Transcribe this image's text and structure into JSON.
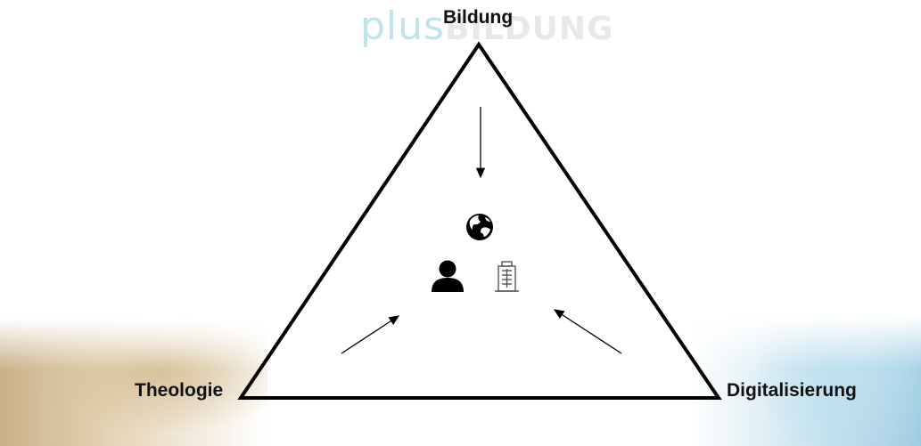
{
  "logo": {
    "plus_text": "plus",
    "bildung_text": "BILDUNG"
  },
  "vertices": {
    "top": "Bildung",
    "left": "Theologie",
    "right": "Digitalisierung"
  },
  "center_icons": [
    "globe-icon",
    "person-icon",
    "building-icon"
  ],
  "colors": {
    "line": "#000000",
    "logo_plus": "#bfe3ef",
    "logo_bildung": "#e8e8e8"
  }
}
